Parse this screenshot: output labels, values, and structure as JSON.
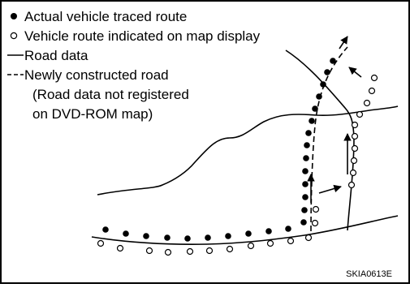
{
  "legend": {
    "actual_route": "Actual vehicle traced route",
    "map_route": "Vehicle route indicated on map display",
    "road_data": "Road data",
    "new_road": "Newly constructed road",
    "note_line1": "(Road data not registered",
    "note_line2": "on DVD-ROM map)"
  },
  "figure_code": "SKIA0613E",
  "colors": {
    "ink": "#000000",
    "background": "#ffffff"
  }
}
